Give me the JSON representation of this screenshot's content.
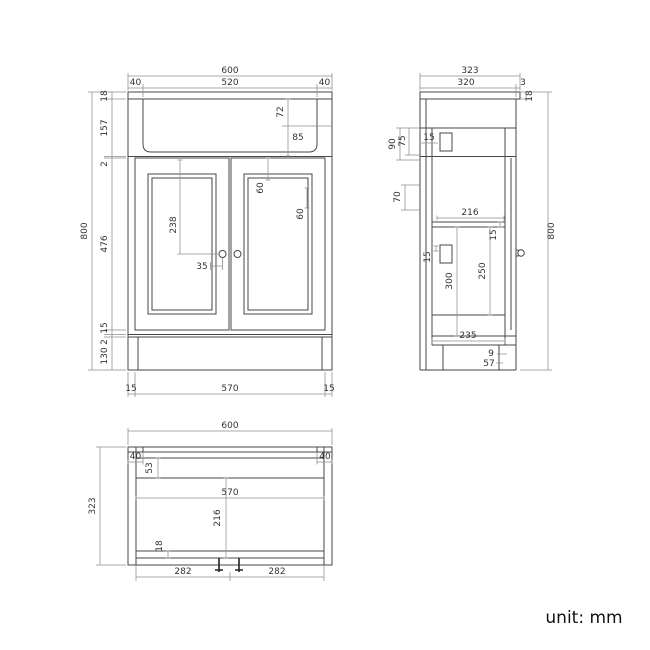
{
  "unit_label": "unit: mm",
  "front_view": {
    "dims": {
      "overall_width": "600",
      "left_post": "40",
      "basin_width": "520",
      "right_post": "40",
      "worktop_thickness": "18",
      "apron_height": "157",
      "gap_upper": "2",
      "door_height": "476",
      "gap_lower_a": "15",
      "gap_lower_b": "2",
      "plinth_height": "130",
      "overall_height": "800",
      "basin_depth": "72",
      "basin_lower": "85",
      "stile_width": "60",
      "rail_width": "60",
      "knob_drop": "238",
      "knob_inset": "35",
      "bottom_left_margin": "15",
      "door_span": "570",
      "bottom_right_margin": "15"
    }
  },
  "side_view": {
    "dims": {
      "overall_depth": "323",
      "body_depth": "320",
      "overhang": "3",
      "top_thickness": "18",
      "overall_height": "800",
      "hinge_offset_a": "75",
      "hinge_offset_b": "90",
      "hinge_inset_top": "15",
      "hinge_gap": "70",
      "shelf_depth": "216",
      "shelf_thickness": "15",
      "hinge_inset_low": "15",
      "shelf_to_rail": "250",
      "shelf_height": "300",
      "base_depth": "235",
      "base_gap": "9",
      "leg_height": "57"
    }
  },
  "plan_view": {
    "dims": {
      "overall_width": "600",
      "left_post": "40",
      "right_post": "40",
      "overall_depth": "323",
      "basin_front_offset": "53",
      "inner_width": "570",
      "inner_depth": "216",
      "front_panel": "18",
      "foot_left": "282",
      "foot_right": "282"
    }
  }
}
